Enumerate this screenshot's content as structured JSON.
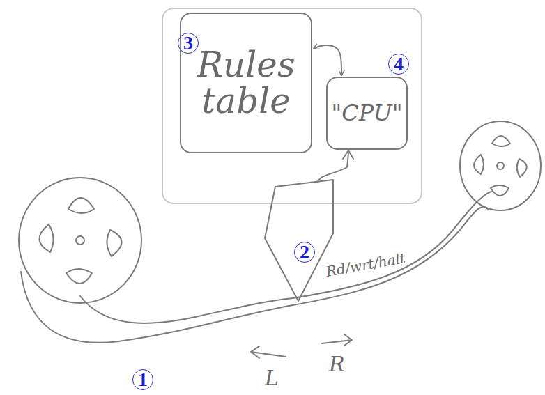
{
  "diagram": {
    "nodes": [
      {
        "text": [
          "Rules table"
        ]
      },
      {
        "text": [
          "\"CPU\""
        ]
      }
    ],
    "edges": [
      {
        "from": 0,
        "to": 1,
        "arrow": "both"
      }
    ],
    "labels": [
      "1",
      "2",
      "3",
      "4",
      "Rd/wrt/halt",
      "L",
      "R"
    ]
  }
}
